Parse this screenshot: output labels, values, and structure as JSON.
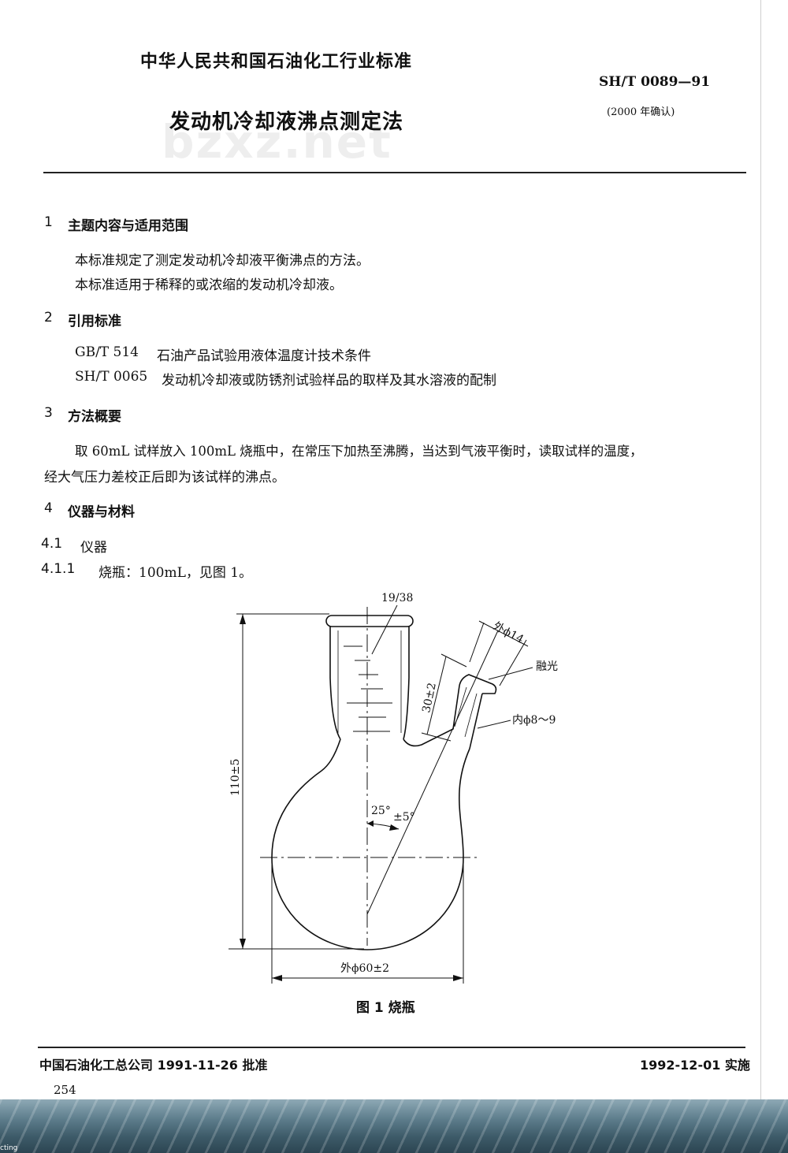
{
  "header": {
    "standard_category": "中华人民共和国石油化工行业标准",
    "code": "SH/T 0089—91",
    "confirmation": "(2000 年确认)",
    "title": "发动机冷却液沸点测定法",
    "watermark": "bzxz.net"
  },
  "sections": {
    "s1": {
      "num": "1",
      "title": "主题内容与适用范围",
      "p1": "本标准规定了测定发动机冷却液平衡沸点的方法。",
      "p2": "本标准适用于稀释的或浓缩的发动机冷却液。"
    },
    "s2": {
      "num": "2",
      "title": "引用标准",
      "refs": [
        {
          "code": "GB/T 514",
          "text": "石油产品试验用液体温度计技术条件"
        },
        {
          "code": "SH/T 0065",
          "text": "发动机冷却液或防锈剂试验样品的取样及其水溶液的配制"
        }
      ]
    },
    "s3": {
      "num": "3",
      "title": "方法概要",
      "line1": "取 60mL 试样放入 100mL 烧瓶中，在常压下加热至沸腾，当达到气液平衡时，读取试样的温度，",
      "line2": "经大气压力差校正后即为该试样的沸点。"
    },
    "s4": {
      "num": "4",
      "title": "仪器与材料",
      "sub1_num": "4.1",
      "sub1_title": "仪器",
      "sub11_num": "4.1.1",
      "sub11_text": "烧瓶：100mL，见图 1。"
    }
  },
  "figure": {
    "labels": {
      "joint": "19/38",
      "outer_dia_side": "外ϕ14",
      "fused": "融光",
      "side_length": "30±2",
      "inner_dia": "内ϕ8～9",
      "height": "110±5",
      "angle_main": "25°",
      "angle_tol": "±5°",
      "bulb_dia": "外ϕ60±2"
    },
    "caption": "图 1   烧瓶"
  },
  "footer": {
    "approved": "中国石油化工总公司 1991-11-26 批准",
    "implemented": "1992-12-01 实施",
    "page_number": "254"
  },
  "bottom_band_label": "cting"
}
